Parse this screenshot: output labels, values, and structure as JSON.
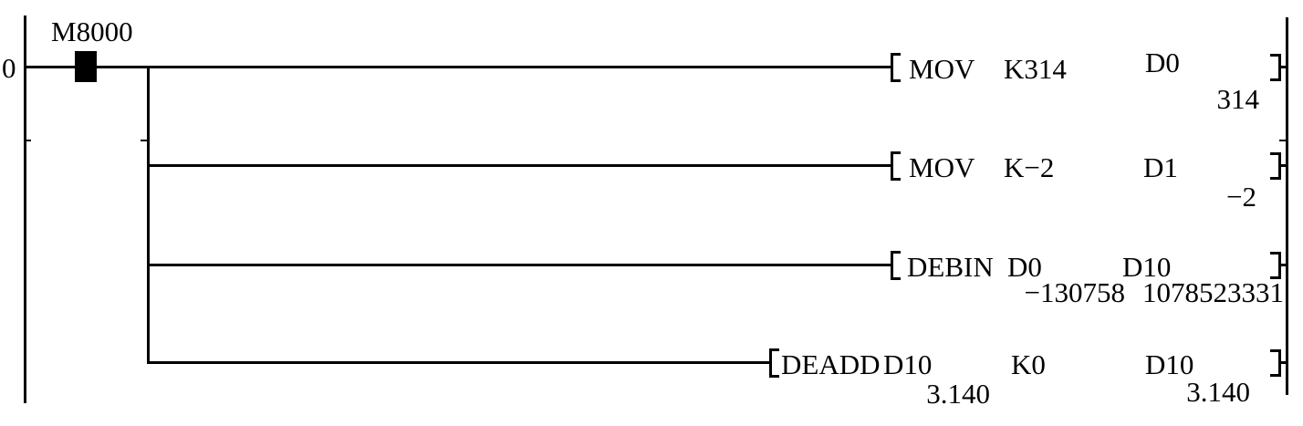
{
  "ladder": {
    "step_number": "0",
    "contact": {
      "label": "M8000",
      "type": "normally-open",
      "state": "on"
    },
    "rungs": [
      {
        "instruction": "MOV",
        "operands": [
          {
            "name": "K314",
            "value": ""
          },
          {
            "name": "D0",
            "value": "314"
          }
        ]
      },
      {
        "instruction": "MOV",
        "operands": [
          {
            "name": "K−2",
            "value": ""
          },
          {
            "name": "D1",
            "value": "−2"
          }
        ]
      },
      {
        "instruction": "DEBIN",
        "operands": [
          {
            "name": "D0",
            "value": "−130758"
          },
          {
            "name": "D10",
            "value": "1078523331"
          }
        ]
      },
      {
        "instruction": "DEADD",
        "operands": [
          {
            "name": "D10",
            "value": "3.140"
          },
          {
            "name": "K0",
            "value": ""
          },
          {
            "name": "D10",
            "value": "3.140"
          }
        ]
      }
    ],
    "colors": {
      "line": "#000000",
      "background": "#ffffff",
      "contact_on_fill": "#000000"
    }
  }
}
